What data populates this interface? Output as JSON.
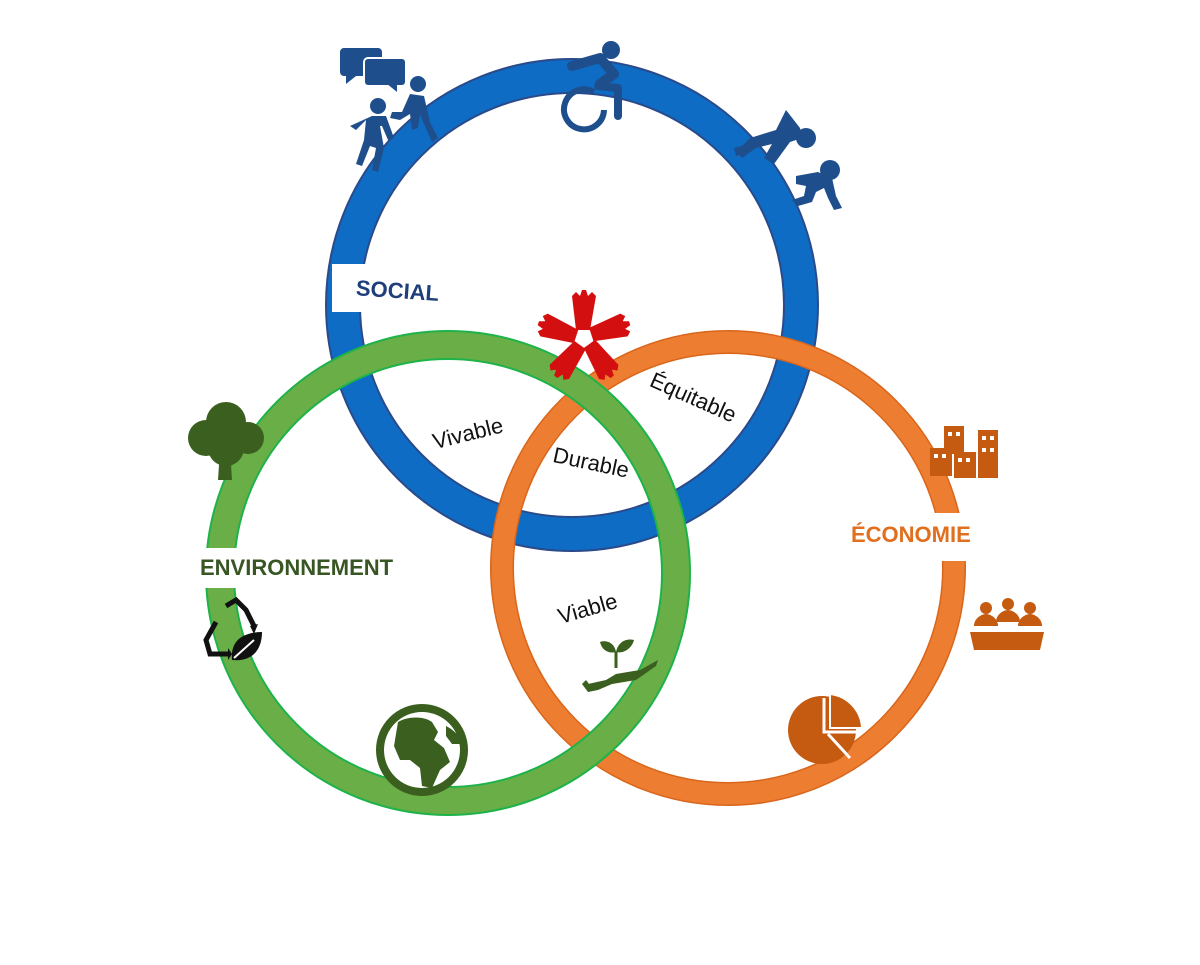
{
  "diagram": {
    "circles": {
      "social": {
        "label": "SOCIAL",
        "color": "#0E6CC4",
        "edge": "#2A4A8A",
        "label_color": "#1F3F7A"
      },
      "environment": {
        "label": "ENVIRONNEMENT",
        "color": "#6AAE47",
        "edge": "#1DB34A",
        "label_color": "#375623"
      },
      "economy": {
        "label": "ÉCONOMIE",
        "color": "#ED7D31",
        "edge": "#D9661A",
        "label_color": "#E07020"
      }
    },
    "intersections": {
      "social_environment": "Vivable",
      "social_economy": "Équitable",
      "all_three": "Durable",
      "environment_economy": "Viable"
    },
    "icons": {
      "social": [
        "discussion-people-icon",
        "wheelchair-user-icon",
        "helping-person-icon"
      ],
      "environment": [
        "tree-icon",
        "recycle-leaf-icon",
        "globe-icon",
        "hand-plant-icon"
      ],
      "economy": [
        "buildings-icon",
        "meeting-people-icon",
        "pie-chart-icon"
      ],
      "center": "joined-hands-icon"
    },
    "icon_colors": {
      "social": "#1F4E8C",
      "environment": "#3A5F1E",
      "economy": "#C55A11",
      "center": "#D40F0F"
    }
  }
}
